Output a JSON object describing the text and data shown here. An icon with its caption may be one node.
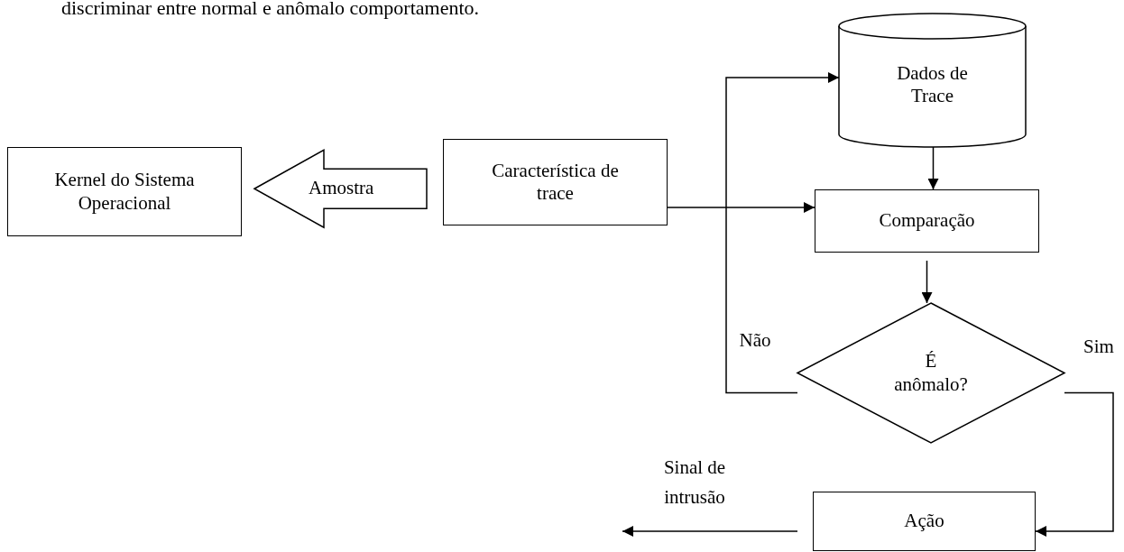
{
  "diagram": {
    "nodes": [
      {
        "text": [
          "Kernel do Sistema Operacional"
        ]
      },
      {
        "text": [
          "Característica de trace"
        ]
      },
      {
        "text": [
          "Dados de Trace"
        ]
      },
      {
        "text": [
          "Comparação"
        ]
      },
      {
        "text": [
          "É anômalo?"
        ]
      },
      {
        "text": [
          "Ação"
        ]
      }
    ],
    "edges": [
      {
        "from": 1,
        "to": 0,
        "arrow": "to",
        "label": "Amostra",
        "style": "thick"
      },
      {
        "from": 1,
        "to": 3,
        "arrow": "to"
      },
      {
        "from": 2,
        "to": 3,
        "arrow": "to"
      },
      {
        "from": 3,
        "to": 4,
        "arrow": "to"
      },
      {
        "from": 4,
        "to": 2,
        "arrow": "to",
        "label": "Não"
      },
      {
        "from": 4,
        "to": 5,
        "arrow": "to",
        "label": "Sim"
      },
      {
        "from": 5,
        "to": null,
        "arrow": "to",
        "label": "Sinal de intrusão"
      }
    ],
    "labels": [
      "discriminar entre normal e anômalo comportamento."
    ]
  }
}
